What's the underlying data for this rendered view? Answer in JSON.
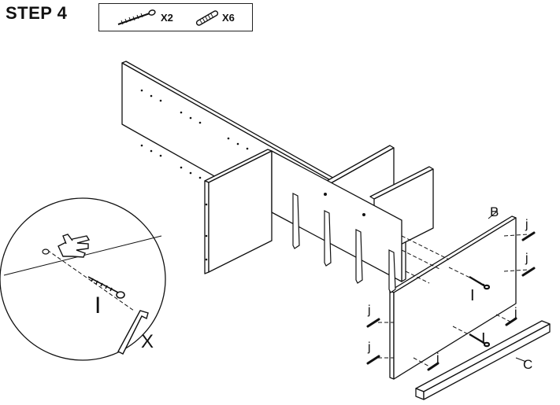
{
  "step": {
    "title": "STEP 4"
  },
  "parts": [
    {
      "icon": "screw-icon",
      "qty": "X2"
    },
    {
      "icon": "dowel-icon",
      "qty": "X6"
    }
  ],
  "labels": {
    "panel_b": "B",
    "panel_c": "C",
    "part_j": "j",
    "part_i": "I",
    "tool_x": "X"
  },
  "colors": {
    "line": "#111111",
    "panel": "#ffffff"
  }
}
